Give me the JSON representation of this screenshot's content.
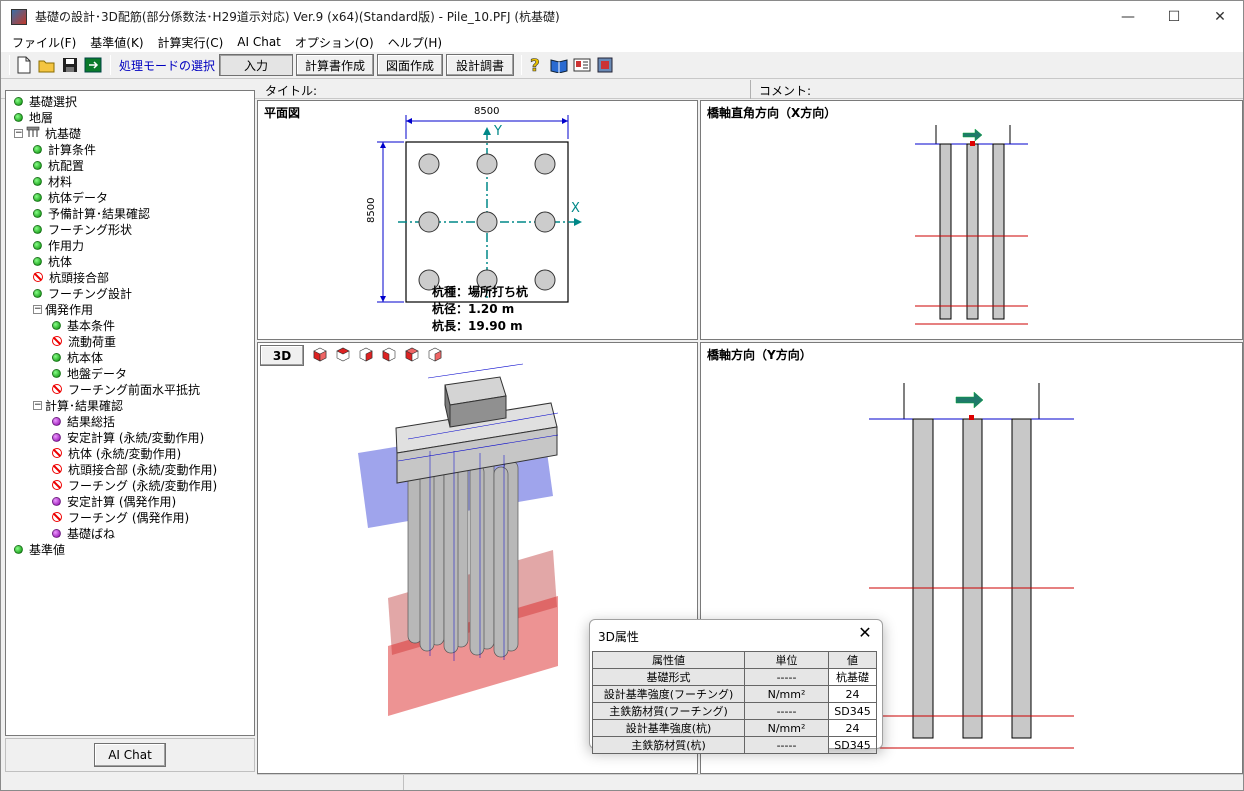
{
  "window": {
    "title": "基礎の設計･3D配筋(部分係数法･H29道示対応) Ver.9 (x64)(Standard版) - Pile_10.PFJ (杭基礎)",
    "minimize": "—",
    "maximize": "☐",
    "close": "✕"
  },
  "menu": [
    "ファイル(F)",
    "基準値(K)",
    "計算実行(C)",
    "AI Chat",
    "オプション(O)",
    "ヘルプ(H)"
  ],
  "toolbar": {
    "mode_label": "処理モードの選択",
    "buttons": [
      "入力",
      "計算書作成",
      "図面作成",
      "設計調書"
    ]
  },
  "info": {
    "title_label": "タイトル:",
    "comment_label": "コメント:"
  },
  "tree": [
    {
      "label": "基礎選択",
      "icon": "green"
    },
    {
      "label": "地層",
      "icon": "green"
    },
    {
      "label": "杭基礎",
      "icon": "pile"
    },
    {
      "label": "計算条件",
      "icon": "green"
    },
    {
      "label": "杭配置",
      "icon": "green"
    },
    {
      "label": "材料",
      "icon": "green"
    },
    {
      "label": "杭体データ",
      "icon": "green"
    },
    {
      "label": "予備計算･結果確認",
      "icon": "green"
    },
    {
      "label": "フーチング形状",
      "icon": "green"
    },
    {
      "label": "作用力",
      "icon": "green"
    },
    {
      "label": "杭体",
      "icon": "green"
    },
    {
      "label": "杭頭接合部",
      "icon": "no"
    },
    {
      "label": "フーチング設計",
      "icon": "green"
    },
    {
      "label": "偶発作用",
      "icon": "folder"
    },
    {
      "label": "基本条件",
      "icon": "green"
    },
    {
      "label": "流動荷重",
      "icon": "no"
    },
    {
      "label": "杭本体",
      "icon": "green"
    },
    {
      "label": "地盤データ",
      "icon": "green"
    },
    {
      "label": "フーチング前面水平抵抗",
      "icon": "no"
    },
    {
      "label": "計算･結果確認",
      "icon": "folder"
    },
    {
      "label": "結果総括",
      "icon": "purple"
    },
    {
      "label": "安定計算 (永続/変動作用)",
      "icon": "purple"
    },
    {
      "label": "杭体 (永続/変動作用)",
      "icon": "no"
    },
    {
      "label": "杭頭接合部 (永続/変動作用)",
      "icon": "no"
    },
    {
      "label": "フーチング (永続/変動作用)",
      "icon": "no"
    },
    {
      "label": "安定計算 (偶発作用)",
      "icon": "purple"
    },
    {
      "label": "フーチング (偶発作用)",
      "icon": "no"
    },
    {
      "label": "基礎ばね",
      "icon": "purple"
    },
    {
      "label": "基準値",
      "icon": "green"
    }
  ],
  "ai_chat_button": "AI Chat",
  "plan_view": {
    "title": "平面図",
    "width_dim": "8500",
    "height_dim": "8500",
    "axis_y": "Y",
    "axis_x": "X",
    "pile_type": "杭種：場所打ち杭",
    "pile_diameter": "杭径：1.20 m",
    "pile_length": "杭長：19.90 m"
  },
  "x_view": {
    "title": "橋軸直角方向（X方向）"
  },
  "y_view": {
    "title": "橋軸方向（Y方向）"
  },
  "view3d": {
    "button": "3D"
  },
  "dialog": {
    "title": "3D属性",
    "headers": [
      "属性値",
      "単位",
      "値"
    ],
    "rows": [
      [
        "基礎形式",
        "-----",
        "杭基礎"
      ],
      [
        "設計基準強度(フーチング)",
        "N/mm²",
        "24"
      ],
      [
        "主鉄筋材質(フーチング)",
        "-----",
        "SD345"
      ],
      [
        "設計基準強度(杭)",
        "N/mm²",
        "24"
      ],
      [
        "主鉄筋材質(杭)",
        "-----",
        "SD345"
      ]
    ]
  },
  "colors": {
    "accent_blue": "#0000c0",
    "dim_blue": "#0000cc",
    "axis_teal": "#008080",
    "layer_red": "#c00000"
  }
}
